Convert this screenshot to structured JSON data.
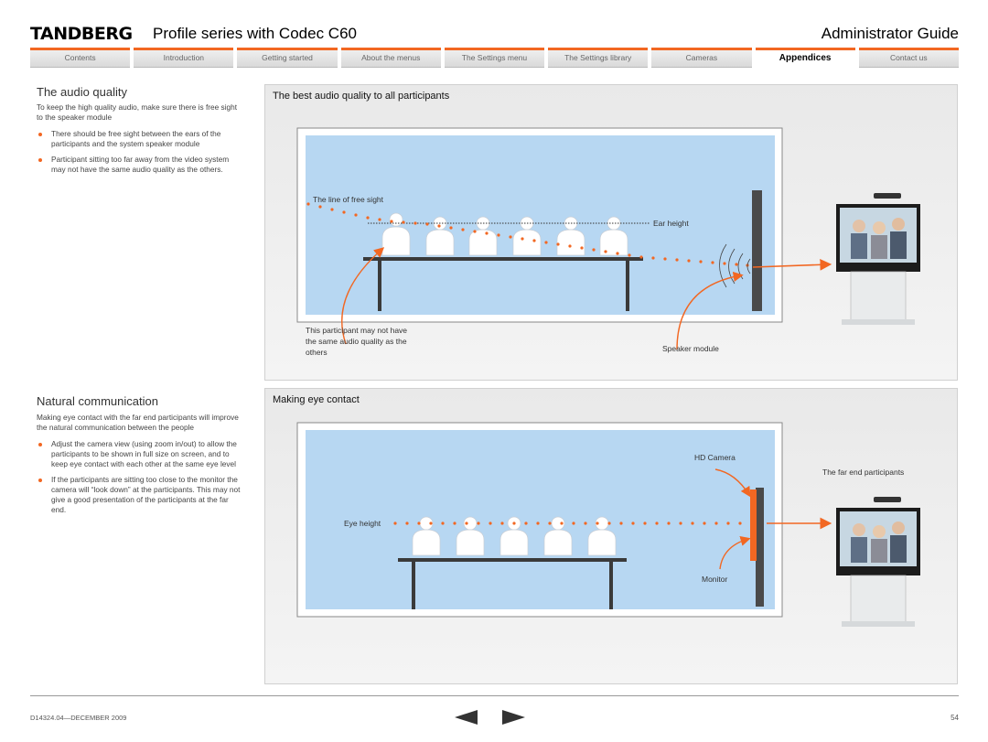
{
  "header": {
    "brand": "TANDBERG",
    "title": "Profile series with Codec C60",
    "guide": "Administrator Guide"
  },
  "tabs": [
    {
      "label": "Contents"
    },
    {
      "label": "Introduction"
    },
    {
      "label": "Getting started"
    },
    {
      "label": "About the menus"
    },
    {
      "label": "The Settings menu"
    },
    {
      "label": "The Settings library"
    },
    {
      "label": "Cameras"
    },
    {
      "label": "Appendices",
      "active": true
    },
    {
      "label": "Contact us"
    }
  ],
  "audio": {
    "heading": "The audio quality",
    "intro": "To keep the high quality audio, make sure there is free sight to the speaker module",
    "bullets": [
      "There should be free sight between the ears of the participants and the system speaker module",
      "Participant sitting too far away from the video system may not have the same audio quality as the others."
    ],
    "figure": {
      "title": "The best audio quality to all participants",
      "line_label": "The line of free sight",
      "ear_label": "Ear height",
      "participant_note_1": "This participant may not have",
      "participant_note_2": "the same audio quality as the",
      "participant_note_3": "others",
      "speaker_label": "Speaker module"
    }
  },
  "eye": {
    "heading": "Natural communication",
    "intro": "Making eye contact with the far end participants will improve the natural communication between the people",
    "bullets": [
      "Adjust the camera view (using zoom in/out) to allow the participants to be shown in full size on screen, and to keep eye contact with each other at the same eye level",
      "If the participants are sitting too close to the monitor the camera will “look down” at the participants. This may not give a good presentation of the participants at the far end."
    ],
    "figure": {
      "title": "Making eye contact",
      "camera_label": "HD Camera",
      "far_end_label": "The far end participants",
      "eye_label": "Eye height",
      "monitor_label": "Monitor"
    }
  },
  "footer": {
    "doc_id": "D14324.04—DECEMBER 2009",
    "page": "54"
  },
  "colors": {
    "accent": "#f26722",
    "room": "#b7d7f2",
    "table": "#3a3a3a"
  }
}
